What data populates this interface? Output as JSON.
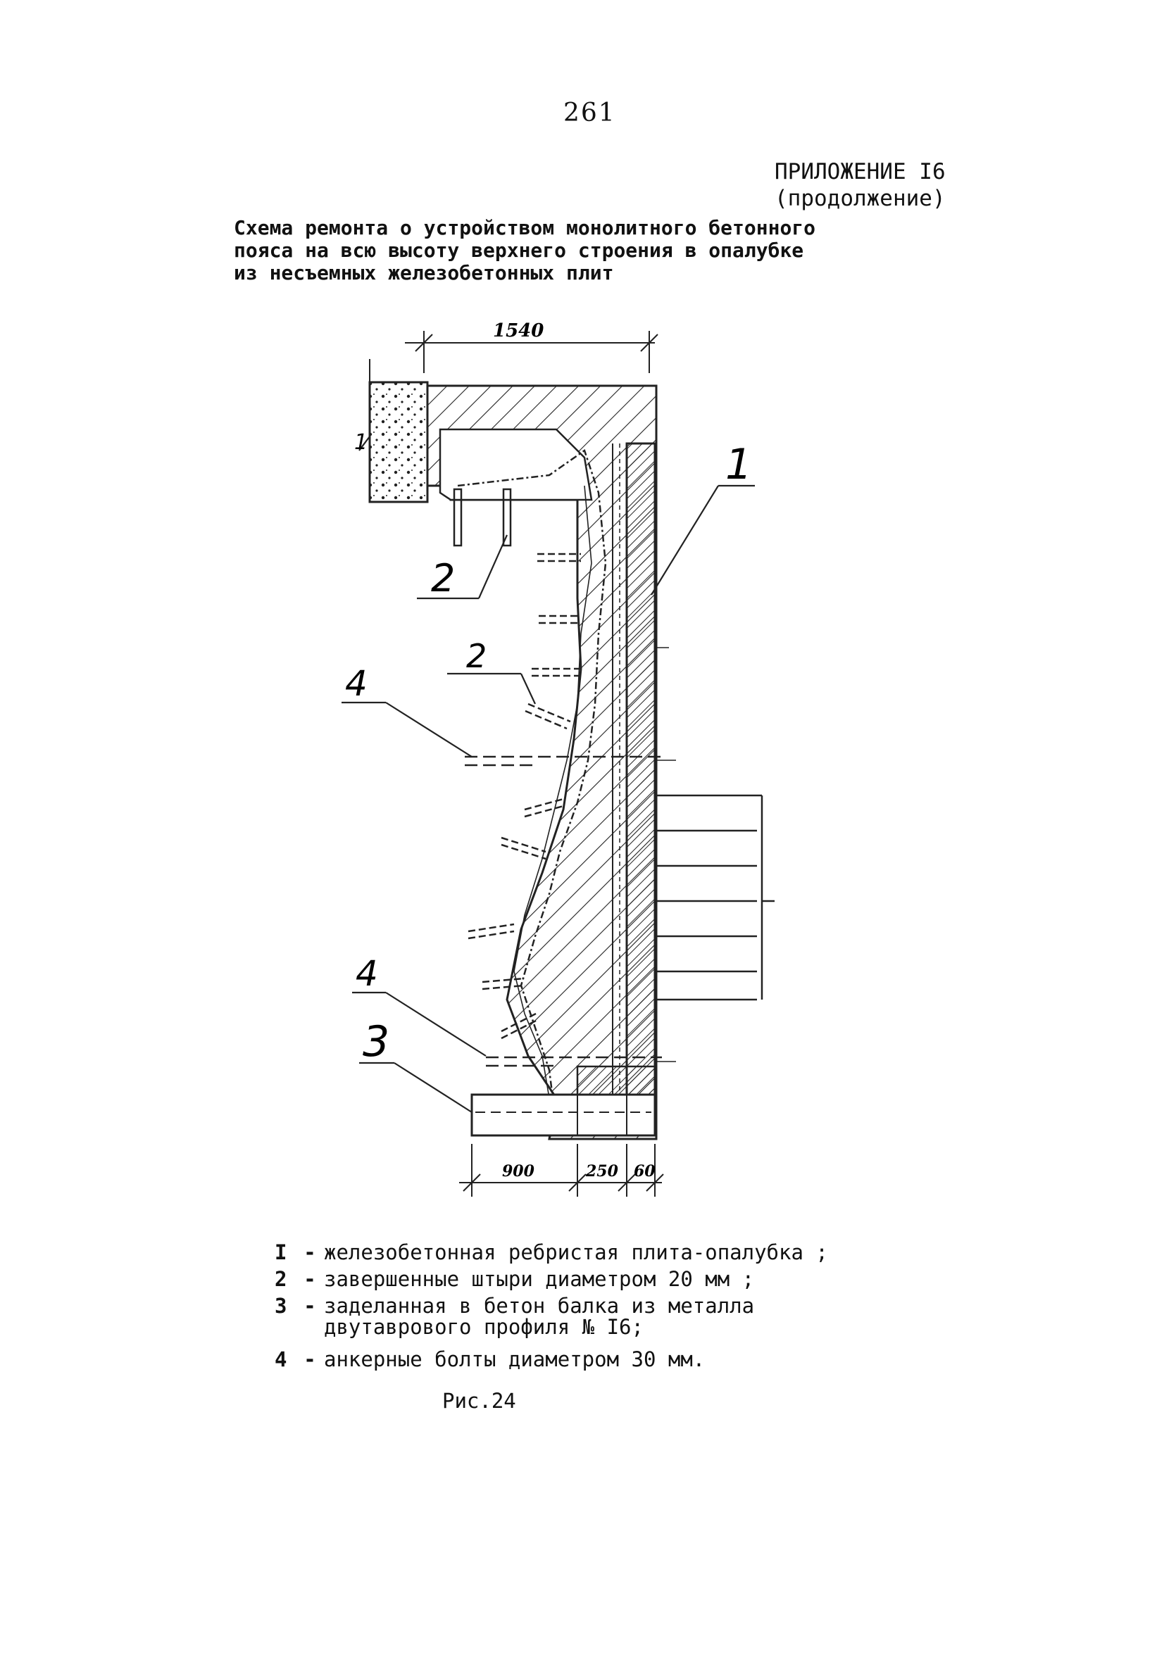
{
  "page_number": "261",
  "appendix": {
    "line1": "ПРИЛОЖЕНИЕ I6",
    "line2": "(продолжение)"
  },
  "caption": {
    "line1": "Схема ремонта о устройством монолитного бетонного",
    "line2": "пояса на всю высоту верхнего строения в опалубке",
    "line3": "из несъемных железобетонных плит"
  },
  "drawing": {
    "dimensions": {
      "top_width": "1540",
      "bottom_1": "900",
      "bottom_2": "250",
      "bottom_3": "60"
    },
    "callouts": {
      "c1": "1",
      "c2_upper": "2",
      "c2_mid": "2",
      "c4_upper": "4",
      "c4_lower": "4",
      "c3": "3",
      "c1_small": "1"
    }
  },
  "legend": [
    {
      "num": "I",
      "dash": "-",
      "text": "железобетонная ребристая плита-опалубка ;"
    },
    {
      "num": "2",
      "dash": "-",
      "text": "завершенные штыри диаметром 20 мм ;"
    },
    {
      "num": "3",
      "dash": "-",
      "text": "заделанная в бетон балка из металла"
    },
    {
      "num": "",
      "dash": "",
      "text": "двутаврового профиля № I6;"
    },
    {
      "num": "4",
      "dash": "-",
      "text": "анкерные болты диаметром 30 мм."
    }
  ],
  "figure_label": "Рис.24"
}
